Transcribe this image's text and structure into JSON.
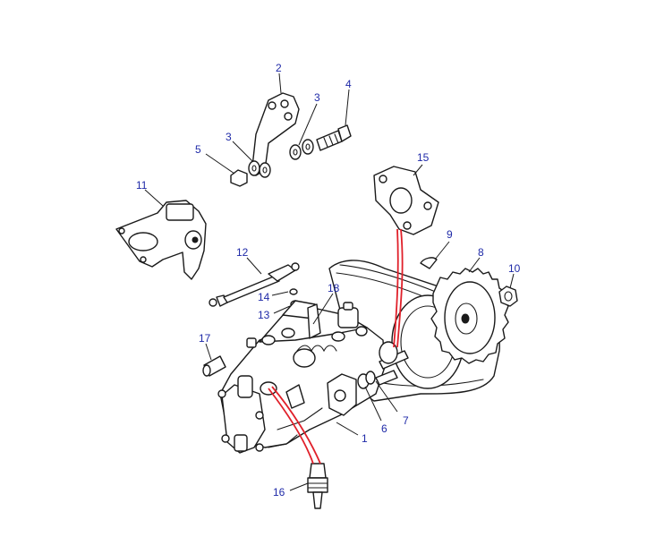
{
  "colors": {
    "callout": "#1f2aa8",
    "highlight": "#e0202a",
    "line": "#1a1a1a",
    "watermark": "#c9d8f0"
  },
  "watermark": "",
  "callouts": [
    {
      "id": "c1",
      "label": "1"
    },
    {
      "id": "c2",
      "label": "2"
    },
    {
      "id": "c3a",
      "label": "3"
    },
    {
      "id": "c3b",
      "label": "3"
    },
    {
      "id": "c4",
      "label": "4"
    },
    {
      "id": "c5",
      "label": "5"
    },
    {
      "id": "c6",
      "label": "6"
    },
    {
      "id": "c7",
      "label": "7"
    },
    {
      "id": "c8",
      "label": "8"
    },
    {
      "id": "c9",
      "label": "9"
    },
    {
      "id": "c10",
      "label": "10"
    },
    {
      "id": "c11",
      "label": "11"
    },
    {
      "id": "c12",
      "label": "12"
    },
    {
      "id": "c13",
      "label": "13"
    },
    {
      "id": "c14",
      "label": "14"
    },
    {
      "id": "c15",
      "label": "15"
    },
    {
      "id": "c16",
      "label": "16"
    },
    {
      "id": "c17",
      "label": "17"
    },
    {
      "id": "c18",
      "label": "18"
    }
  ]
}
